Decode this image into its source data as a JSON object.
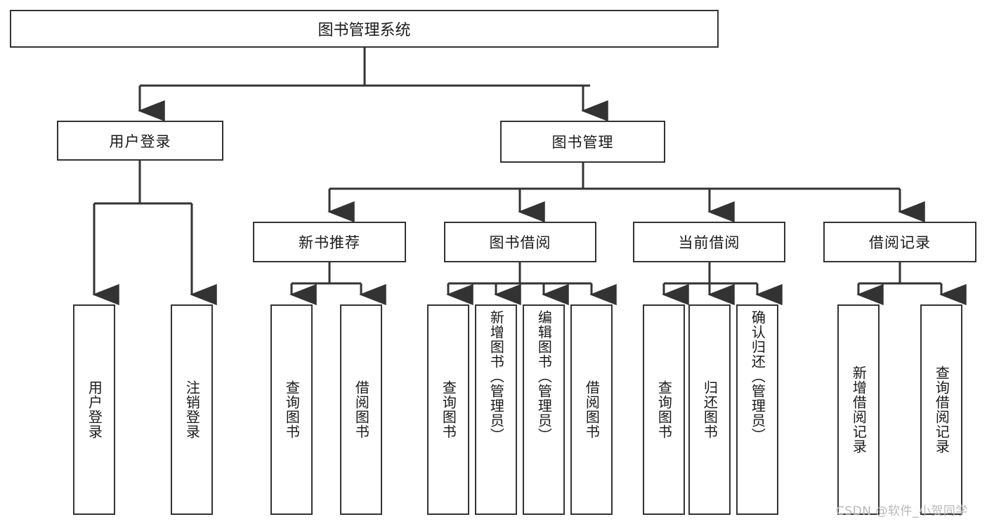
{
  "diagram": {
    "type": "tree-hierarchy",
    "title_box": {
      "label": "图书管理系统"
    },
    "level2": [
      {
        "id": "user-login",
        "label": "用户登录"
      },
      {
        "id": "book-management",
        "label": "图书管理"
      }
    ],
    "level3": [
      {
        "id": "new-book-recommend",
        "label": "新书推荐"
      },
      {
        "id": "book-borrow",
        "label": "图书借阅"
      },
      {
        "id": "current-borrow",
        "label": "当前借阅"
      },
      {
        "id": "borrow-record",
        "label": "借阅记录"
      }
    ],
    "leaves": {
      "user_login": [
        {
          "id": "leaf-user-login",
          "label": "用户登录"
        },
        {
          "id": "leaf-logout-login",
          "label": "注销登录"
        }
      ],
      "new_book_recommend": [
        {
          "id": "leaf-query-book-1",
          "label": "查询图书"
        },
        {
          "id": "leaf-borrow-book-1",
          "label": "借阅图书"
        }
      ],
      "book_borrow": [
        {
          "id": "leaf-query-book-2",
          "label": "查询图书"
        },
        {
          "id": "leaf-add-book",
          "label": "新增图书（管理员）"
        },
        {
          "id": "leaf-edit-book",
          "label": "编辑图书（管理员）"
        },
        {
          "id": "leaf-borrow-book-2",
          "label": "借阅图书"
        }
      ],
      "current_borrow": [
        {
          "id": "leaf-query-book-3",
          "label": "查询图书"
        },
        {
          "id": "leaf-return-book",
          "label": "归还图书"
        },
        {
          "id": "leaf-confirm-return",
          "label": "确认归还（管理员）"
        }
      ],
      "borrow_record": [
        {
          "id": "leaf-add-borrow-record",
          "label": "新增借阅记录"
        },
        {
          "id": "leaf-query-borrow-record",
          "label": "查询借阅记录"
        }
      ]
    }
  },
  "watermark": {
    "text": "CSDN @软件_小贺同学"
  },
  "colors": {
    "stroke": "#333333",
    "background": "#ffffff",
    "text": "#1a1a1a",
    "watermark": "#b8b8b8"
  }
}
